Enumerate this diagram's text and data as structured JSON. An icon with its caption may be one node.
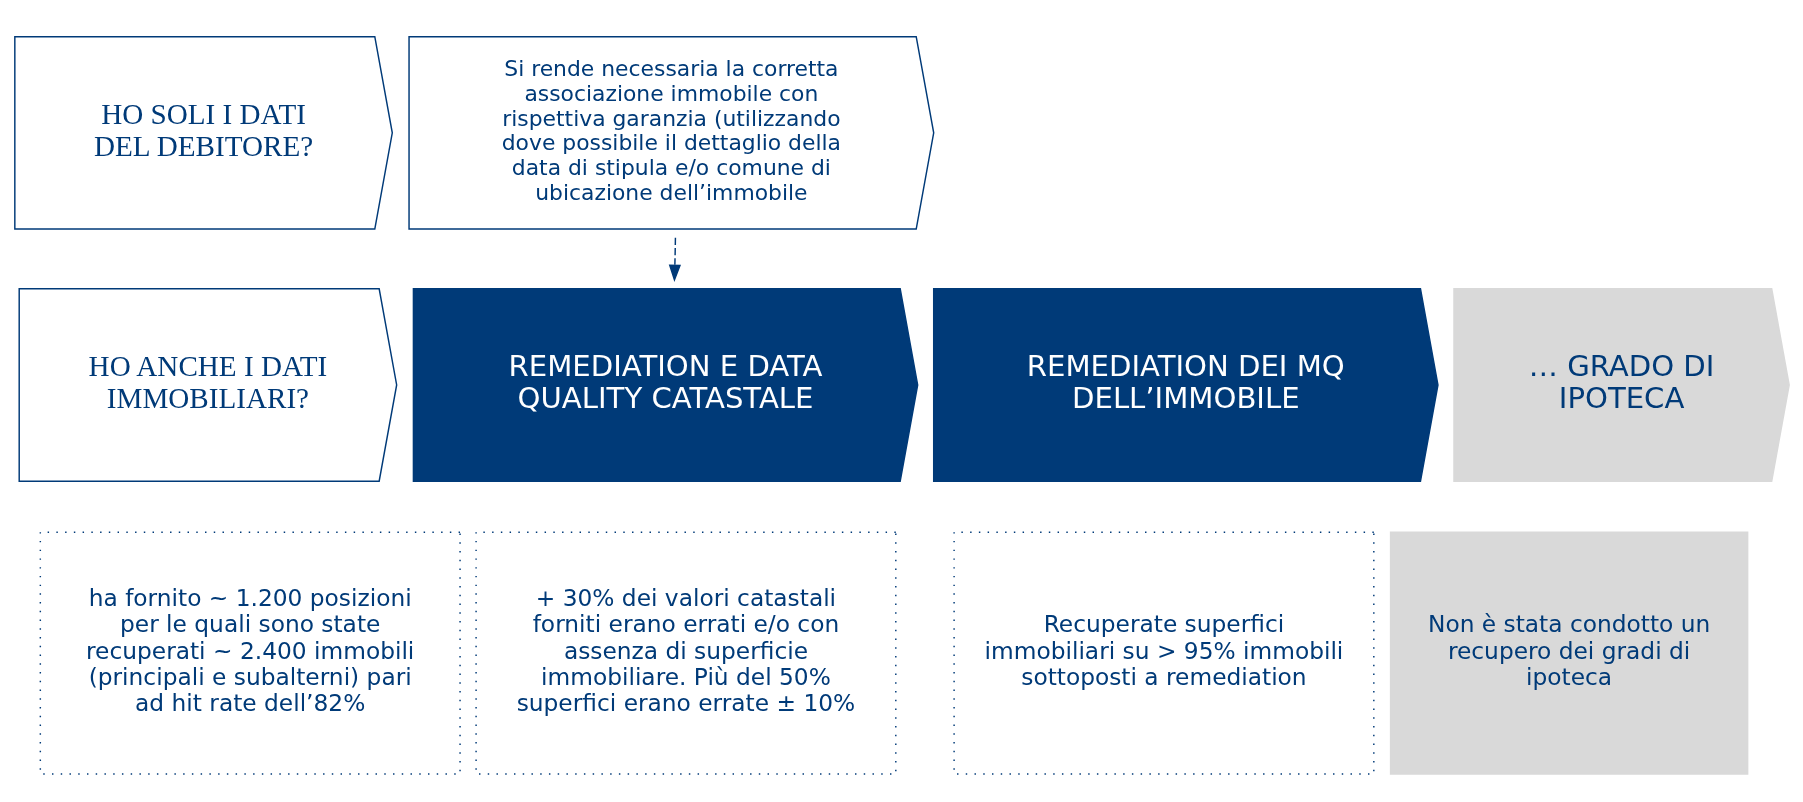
{
  "diagram": {
    "nodes": [
      {
        "text": [
          "HO SOLI I DATI DEL DEBITORE?"
        ]
      },
      {
        "text": [
          "Si rende necessaria la corretta associazione immobile con rispettiva garanzia (utilizzando dove possibile il dettaglio della data di stipula e/o comune di ubicazione dell’immobile"
        ]
      },
      {
        "text": [
          "HO ANCHE I DATI IMMOBILIARI?"
        ]
      },
      {
        "text": [
          "REMEDIATION E DATA QUALITY CATASTALE"
        ]
      },
      {
        "text": [
          "REMEDIATION DEI MQ DELL’IMMOBILE"
        ]
      },
      {
        "text": [
          "… GRADO DI IPOTECA"
        ]
      },
      {
        "text": [
          "ha fornito ~ 1.200 posizioni per le quali sono state recuperati ~ 2.400 immobili (principali e subalterni) pari ad hit rate dell’82%"
        ]
      },
      {
        "text": [
          "+ 30% dei valori catastali forniti erano errati e/o con assenza di superficie immobiliare. Più del 50% superfici erano errate ± 10%"
        ]
      },
      {
        "text": [
          "Recuperate superfici immobiliari su > 95% immobili sottoposti a remediation"
        ]
      },
      {
        "text": [
          "Non è stata condotto un recupero dei gradi di ipoteca"
        ]
      }
    ],
    "edges": [
      {
        "from": 1,
        "to": 3,
        "arrow": "to",
        "style": "dashed"
      }
    ]
  }
}
